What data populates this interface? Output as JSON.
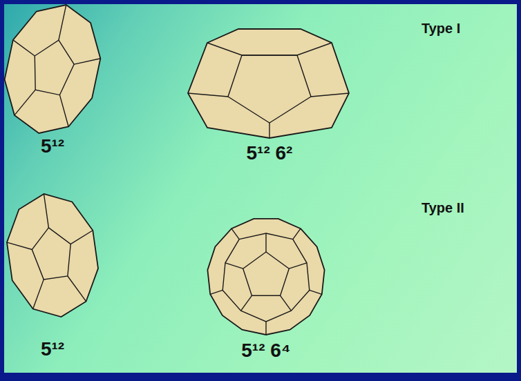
{
  "diagram": {
    "labels": [
      "Type I",
      "5¹²",
      "5¹² 6²",
      "Type II",
      "5¹²",
      "5¹² 6⁴"
    ]
  }
}
